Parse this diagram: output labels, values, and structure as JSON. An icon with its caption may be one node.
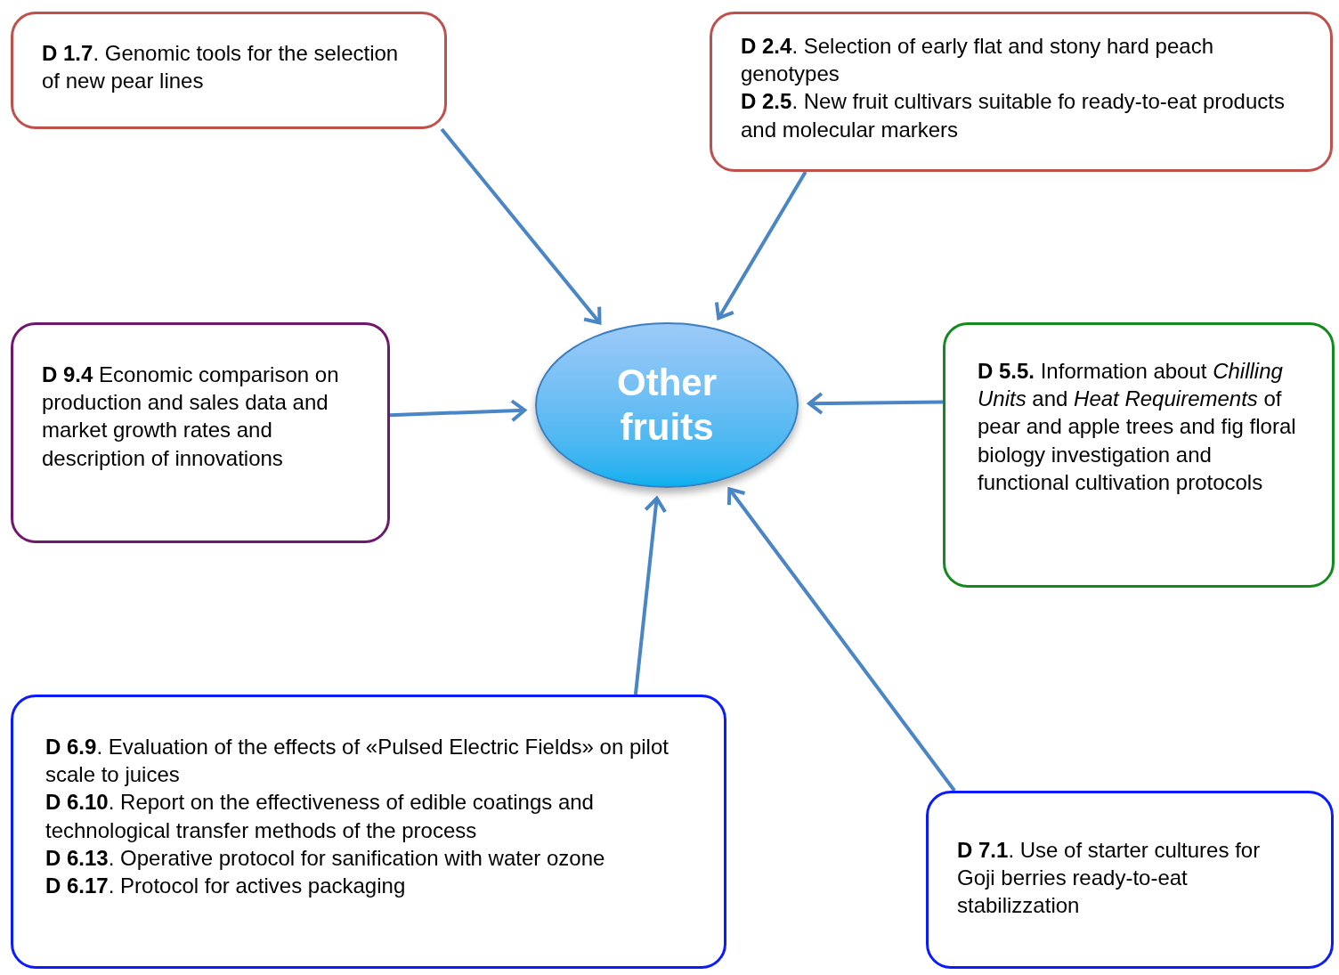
{
  "diagram": {
    "nodes": [
      {
        "text": [
          "**D 1.7**. Genomic tools for the selection of new pear lines"
        ]
      },
      {
        "text": [
          "**D 2.4**. Selection of early flat and stony hard peach genotypes",
          "**D 2.5**. New fruit cultivars suitable fo ready-to-eat products and molecular markers"
        ]
      },
      {
        "text": [
          "**D 9.4** Economic comparison on production and sales data and market growth rates and description of innovations"
        ]
      },
      {
        "text": [
          "Other fruits"
        ]
      },
      {
        "text": [
          "**D 5.5.** Information about *Chilling Units* and *Heat Requirements* of pear and apple trees and fig floral biology investigation and functional cultivation protocols"
        ]
      },
      {
        "text": [
          "**D 6.9**. Evaluation of the effects of «Pulsed Electric Fields» on pilot scale to juices",
          "**D 6.10**. Report on the effectiveness of edible coatings and technological transfer methods of the process",
          "**D 6.13**. Operative protocol for sanification with water ozone",
          "**D 6.17**. Protocol for actives packaging"
        ]
      },
      {
        "text": [
          "**D 7.1**. Use of starter cultures for Goji berries ready-to-eat stabilizzation"
        ]
      }
    ],
    "edges": [
      {
        "from": 0,
        "to": 3,
        "arrow": "to"
      },
      {
        "from": 1,
        "to": 3,
        "arrow": "to"
      },
      {
        "from": 2,
        "to": 3,
        "arrow": "to"
      },
      {
        "from": 4,
        "to": 3,
        "arrow": "to"
      },
      {
        "from": 5,
        "to": 3,
        "arrow": "to"
      },
      {
        "from": 6,
        "to": 3,
        "arrow": "to"
      }
    ]
  }
}
